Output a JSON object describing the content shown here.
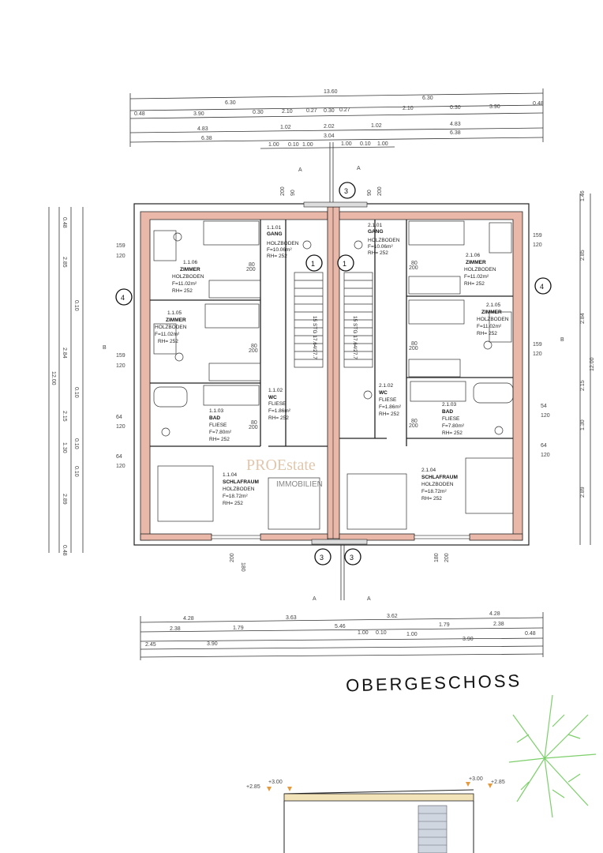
{
  "title": "OBERGESCHOSS",
  "watermark": {
    "brand": "PROEstate",
    "sub": "IMMOBILIEN"
  },
  "markers": {
    "axis_3": "3",
    "axis_1": "1",
    "axis_4": "4",
    "section_a": "A",
    "section_b": "B"
  },
  "stair_label": "15 STG 17.64/27.7",
  "levels": {
    "l285": "+2.85",
    "l300": "+3.00"
  },
  "rooms": [
    {
      "id": "1.1.01",
      "type": "GANG",
      "floor": "HOLZBODEN",
      "area": "F=10.06m²",
      "rh": "RH=  252"
    },
    {
      "id": "1.1.06",
      "type": "ZIMMER",
      "floor": "HOLZBODEN",
      "area": "F=11.02m²",
      "rh": "RH=  252"
    },
    {
      "id": "1.1.05",
      "type": "ZIMMER",
      "floor": "HOLZBODEN",
      "area": "F=11.02m²",
      "rh": "RH=  252"
    },
    {
      "id": "1.1.02",
      "type": "WC",
      "floor": "FLIESE",
      "area": "F=1.86m²",
      "rh": "RH=  252"
    },
    {
      "id": "1.1.03",
      "type": "BAD",
      "floor": "FLIESE",
      "area": "F=7.80m²",
      "rh": "RH=  252"
    },
    {
      "id": "1.1.04",
      "type": "SCHLAFRAUM",
      "floor": "HOLZBODEN",
      "area": "F=18.72m²",
      "rh": "RH=  252"
    },
    {
      "id": "2.1.01",
      "type": "GANG",
      "floor": "HOLZBODEN",
      "area": "F=10.06m²",
      "rh": "RH=  252"
    },
    {
      "id": "2.1.06",
      "type": "ZIMMER",
      "floor": "HOLZBODEN",
      "area": "F=11.02m²",
      "rh": "RH=  252"
    },
    {
      "id": "2.1.05",
      "type": "ZIMMER",
      "floor": "HOLZBODEN",
      "area": "F=11.02m²",
      "rh": "RH=  252"
    },
    {
      "id": "2.1.02",
      "type": "WC",
      "floor": "FLIESE",
      "area": "F=1.86m²",
      "rh": "RH=  252"
    },
    {
      "id": "2.1.03",
      "type": "BAD",
      "floor": "FLIESE",
      "area": "F=7.80m²",
      "rh": "RH=  252"
    },
    {
      "id": "2.1.04",
      "type": "SCHLAFRAUM",
      "floor": "HOLZBODEN",
      "area": "F=18.72m²",
      "rh": "RH=  252"
    }
  ],
  "openings": {
    "d200": "200",
    "d90": "90",
    "d159": "159",
    "d120": "120",
    "d64": "64",
    "d54": "54",
    "d180": "180"
  },
  "door_labels": {
    "d80": "80",
    "d200": "200"
  },
  "dims_top": {
    "overall": "13.60",
    "row2": [
      "0.48",
      "6.30",
      "6.30",
      "0.48"
    ],
    "row3": [
      "3.90",
      "0.30",
      "2.10",
      "0.27",
      "0.30",
      "0.27",
      "2.10",
      "0.30",
      "3.90"
    ],
    "row4": [
      "4.83",
      "1.02",
      "2.02",
      "1.02",
      "4.83"
    ],
    "row5": [
      "6.38",
      "3.04",
      "6.38"
    ],
    "row6": [
      "1.00",
      "0.10",
      "1.00",
      "1.00",
      "0.10",
      "1.00"
    ]
  },
  "dims_bottom": {
    "row1": [
      "4.28",
      "3.63",
      "3.62",
      "4.28"
    ],
    "row2": [
      "2.38",
      "1.79",
      "5.46",
      "1.79",
      "2.38"
    ],
    "row3": [
      "1.00",
      "0.10",
      "1.00"
    ],
    "row4": [
      "2.45",
      "3.90",
      "3.90",
      "0.48"
    ]
  },
  "dims_left": [
    "0.48",
    "2.85",
    "0.10",
    "2.84",
    "0.10",
    "2.15",
    "0.10",
    "1.30",
    "0.10",
    "2.89",
    "0.48",
    "12.00"
  ],
  "dims_right": [
    "1.46",
    "2.85",
    "2.84",
    "2.15",
    "1.30",
    "2.89",
    "12.00"
  ]
}
